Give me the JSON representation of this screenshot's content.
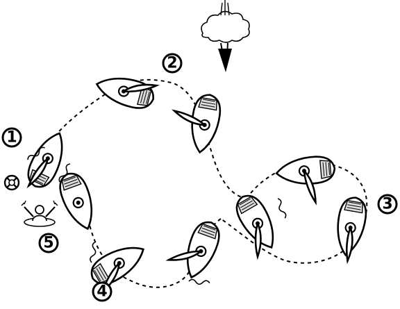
{
  "steps": [
    {
      "label": "1"
    },
    {
      "label": "2"
    },
    {
      "label": "3"
    },
    {
      "label": "4"
    },
    {
      "label": "5"
    }
  ],
  "colors": {
    "ink": "#000000",
    "background": "#ffffff",
    "hull_shade": "#dddddd"
  },
  "icons": [
    "wind-cloud-icon",
    "wind-arrow-icon",
    "life-ring-icon",
    "person-overboard-icon"
  ]
}
